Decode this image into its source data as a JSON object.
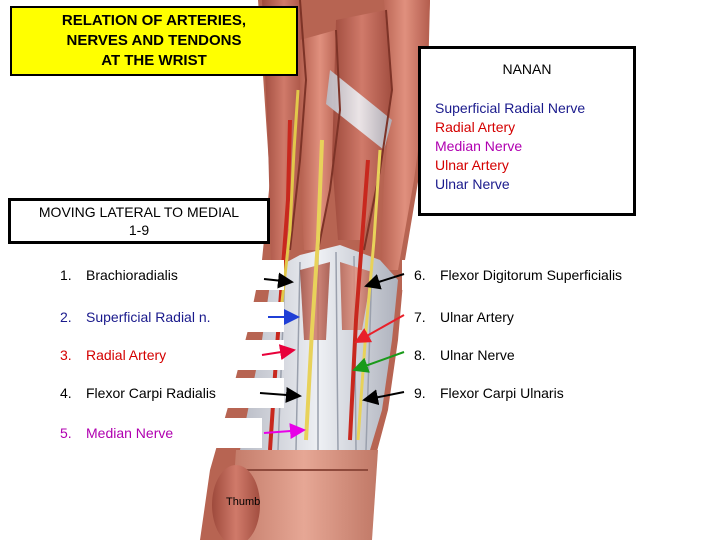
{
  "title": [
    "RELATION OF ARTERIES,",
    "NERVES AND TENDONS",
    "AT THE WRIST"
  ],
  "legend": {
    "heading": "NANAN",
    "items": [
      {
        "text": "Superficial Radial Nerve",
        "color": "#1a1a8c"
      },
      {
        "text": "Radial Artery",
        "color": "#d40000"
      },
      {
        "text": "Median Nerve",
        "color": "#b000b0"
      },
      {
        "text": "Ulnar Artery",
        "color": "#d40000"
      },
      {
        "text": "Ulnar Nerve",
        "color": "#1a1a8c"
      }
    ]
  },
  "moving_note": [
    "MOVING LATERAL TO MEDIAL",
    "1-9"
  ],
  "left_labels": [
    {
      "num": "1.",
      "text": "Brachioradialis",
      "color": "#000000",
      "arrow_color": "#000000"
    },
    {
      "num": "2.",
      "text": "Superficial Radial n.",
      "color": "#1a1a8c",
      "arrow_color": "#1f3fd6"
    },
    {
      "num": "3.",
      "text": "Radial Artery",
      "color": "#d40000",
      "arrow_color": "#e8003a"
    },
    {
      "num": "4.",
      "text": "Flexor Carpi Radialis",
      "color": "#000000",
      "arrow_color": "#000000"
    },
    {
      "num": "5.",
      "text": "Median Nerve",
      "color": "#b000b0",
      "arrow_color": "#e800e8"
    }
  ],
  "right_labels": [
    {
      "num": "6.",
      "text": "Flexor Digitorum Superficialis",
      "color": "#000000",
      "arrow_color": "#000000"
    },
    {
      "num": "7.",
      "text": "Ulnar Artery",
      "color": "#000000",
      "arrow_color": "#e8202a"
    },
    {
      "num": "8.",
      "text": "Ulnar Nerve",
      "color": "#000000",
      "arrow_color": "#1a9a1a"
    },
    {
      "num": "9.",
      "text": "Flexor Carpi Ulnaris",
      "color": "#000000",
      "arrow_color": "#000000"
    }
  ],
  "thumb_label": "Thumb"
}
